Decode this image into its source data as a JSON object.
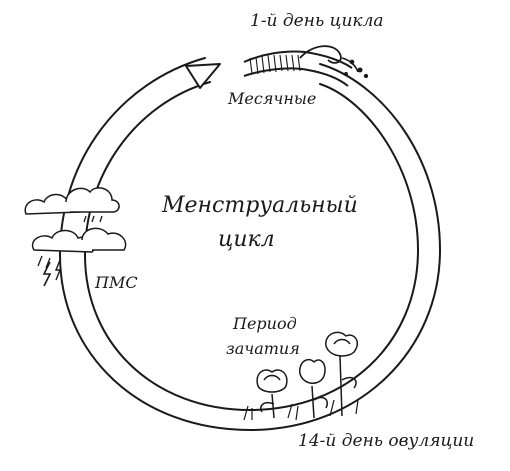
{
  "diagram": {
    "title_line1": "Менструальный",
    "title_line2": "цикл",
    "labels": {
      "day1": "1-й день цикла",
      "menstruation": "Месячные",
      "pms": "ПМС",
      "conception_line1": "Период",
      "conception_line2": "зачатия",
      "ovulation": "14-й день овуляции"
    },
    "icons": {
      "menstruation": "wave-icon",
      "pms": "storm-cloud-icon",
      "ovulation": "flowers-icon"
    },
    "colors": {
      "ink": "#1a1a1a",
      "background": "#ffffff"
    }
  }
}
